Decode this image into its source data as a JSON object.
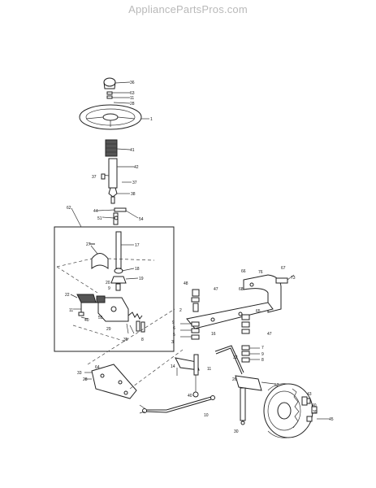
{
  "watermark": "AppliancePartsPros.com",
  "diagram": {
    "callouts": [
      {
        "id": "c-36",
        "text": "36"
      },
      {
        "id": "c-63",
        "text": "63"
      },
      {
        "id": "c-11a",
        "text": "11"
      },
      {
        "id": "c-28a",
        "text": "28"
      },
      {
        "id": "c-1",
        "text": "1"
      },
      {
        "id": "c-41",
        "text": "41"
      },
      {
        "id": "c-42",
        "text": "42"
      },
      {
        "id": "c-37a",
        "text": "37"
      },
      {
        "id": "c-37b",
        "text": "37"
      },
      {
        "id": "c-38",
        "text": "38"
      },
      {
        "id": "c-44",
        "text": "44"
      },
      {
        "id": "c-51",
        "text": "51"
      },
      {
        "id": "c-54",
        "text": "54"
      },
      {
        "id": "c-62",
        "text": "62"
      },
      {
        "id": "c-27",
        "text": "27"
      },
      {
        "id": "c-17",
        "text": "17"
      },
      {
        "id": "c-18",
        "text": "18"
      },
      {
        "id": "c-19",
        "text": "19"
      },
      {
        "id": "c-20",
        "text": "20"
      },
      {
        "id": "c-9a",
        "text": "9"
      },
      {
        "id": "c-22",
        "text": "22"
      },
      {
        "id": "c-11b",
        "text": "11"
      },
      {
        "id": "c-40a",
        "text": "40"
      },
      {
        "id": "c-55",
        "text": "55"
      },
      {
        "id": "c-29",
        "text": "29"
      },
      {
        "id": "c-35",
        "text": "35"
      },
      {
        "id": "c-8a",
        "text": "8"
      },
      {
        "id": "c-66",
        "text": "66"
      },
      {
        "id": "c-76",
        "text": "76"
      },
      {
        "id": "c-67",
        "text": "67"
      },
      {
        "id": "c-73",
        "text": "73"
      },
      {
        "id": "c-68",
        "text": "68"
      },
      {
        "id": "c-47a",
        "text": "47"
      },
      {
        "id": "c-48",
        "text": "48"
      },
      {
        "id": "c-65",
        "text": "65"
      },
      {
        "id": "c-2",
        "text": "2"
      },
      {
        "id": "c-9b",
        "text": "9"
      },
      {
        "id": "c-6",
        "text": "6"
      },
      {
        "id": "c-5",
        "text": "5"
      },
      {
        "id": "c-3",
        "text": "3"
      },
      {
        "id": "c-16",
        "text": "16"
      },
      {
        "id": "c-47b",
        "text": "47"
      },
      {
        "id": "c-32",
        "text": "32"
      },
      {
        "id": "c-7",
        "text": "7"
      },
      {
        "id": "c-9c",
        "text": "9"
      },
      {
        "id": "c-8b",
        "text": "8"
      },
      {
        "id": "c-11c",
        "text": "11"
      },
      {
        "id": "c-40b",
        "text": "40"
      },
      {
        "id": "c-14",
        "text": "14"
      },
      {
        "id": "c-26",
        "text": "26"
      },
      {
        "id": "c-30",
        "text": "30"
      },
      {
        "id": "c-10",
        "text": "10"
      },
      {
        "id": "c-52",
        "text": "52"
      },
      {
        "id": "c-43",
        "text": "43"
      },
      {
        "id": "c-40c",
        "text": "40"
      },
      {
        "id": "c-39",
        "text": "39"
      },
      {
        "id": "c-45",
        "text": "45"
      },
      {
        "id": "c-64",
        "text": "64"
      },
      {
        "id": "c-33",
        "text": "33"
      },
      {
        "id": "c-28b",
        "text": "28"
      }
    ]
  }
}
